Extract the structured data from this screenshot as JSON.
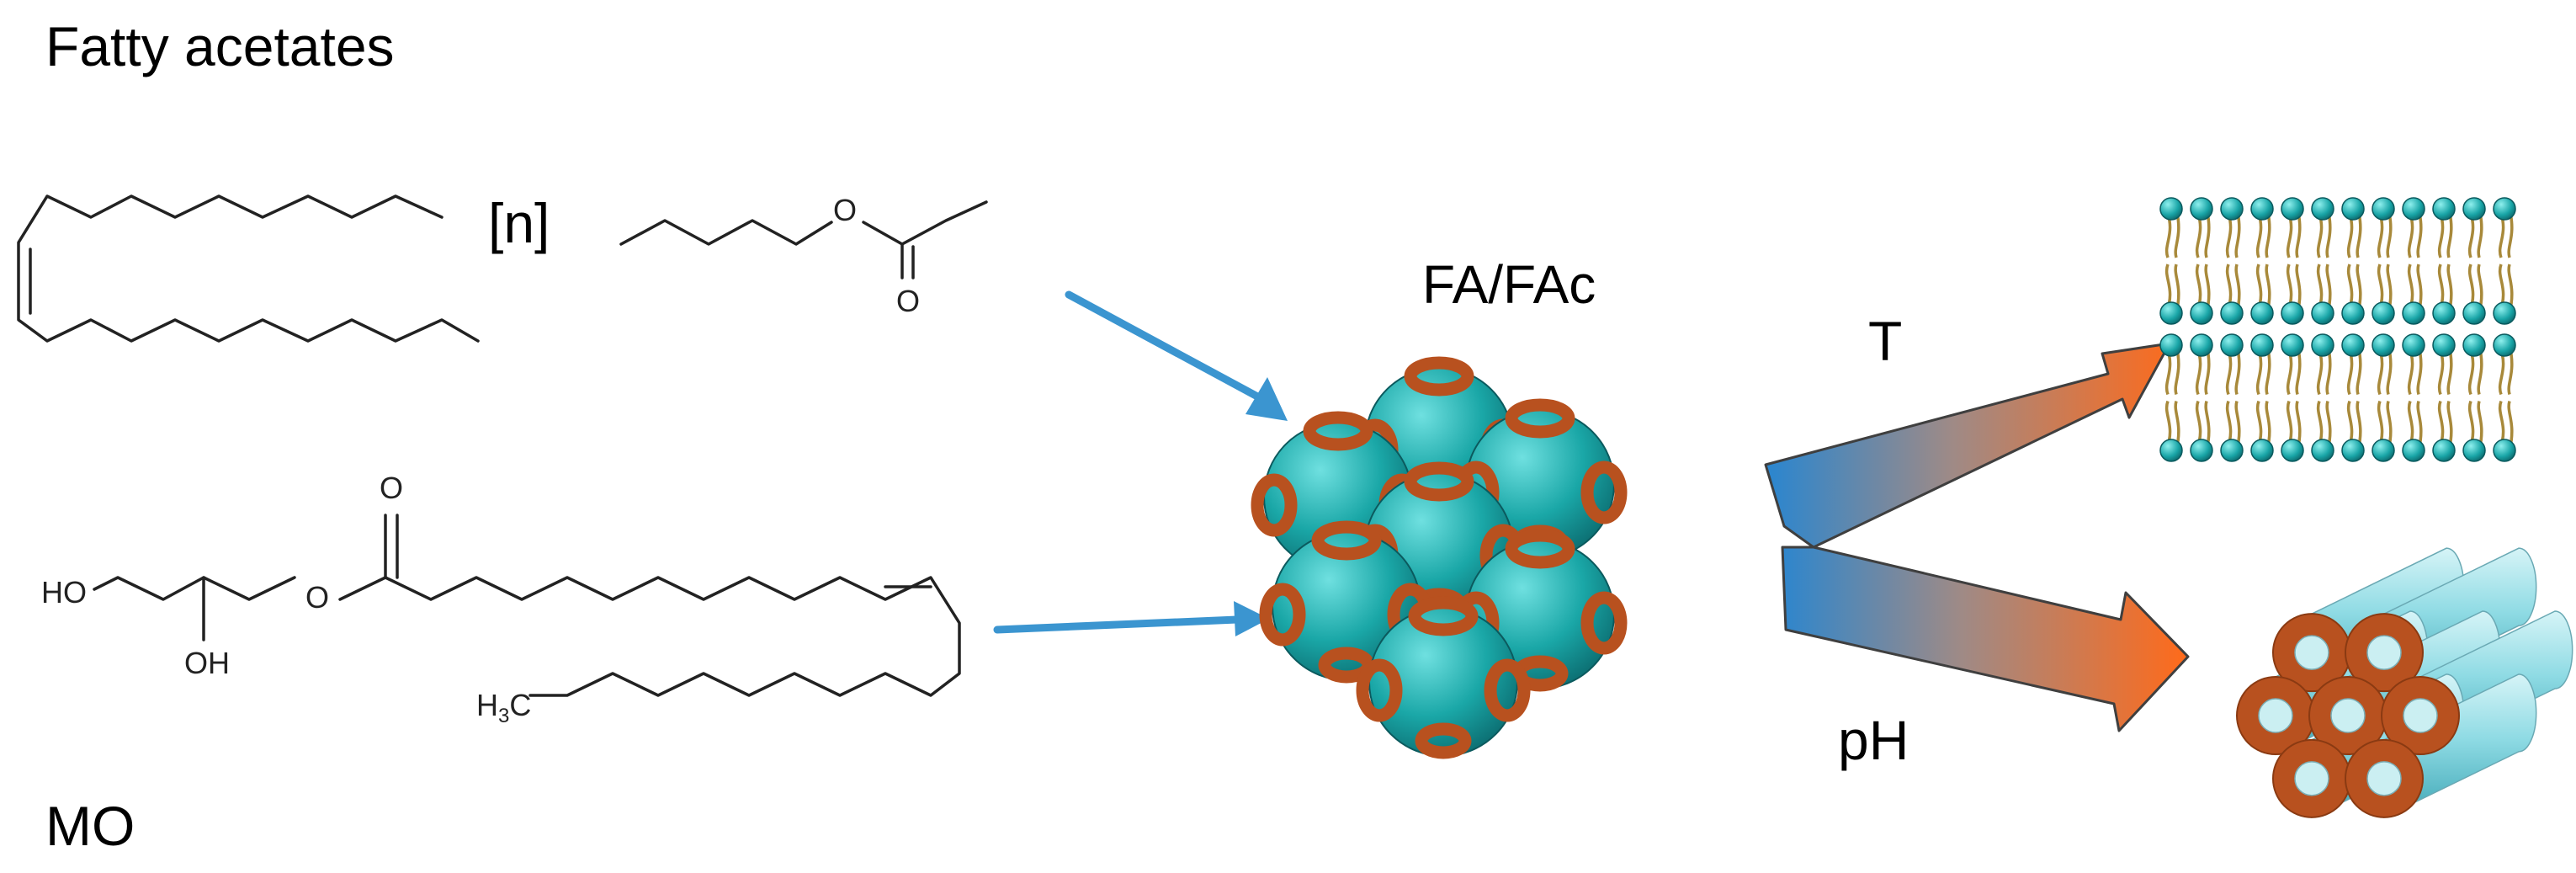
{
  "labels": {
    "fatty_acetates": "Fatty acetates",
    "mo": "MO",
    "repeat_unit": "[n]",
    "fa_fac": "FA/FAc",
    "temperature": "T",
    "ph": "pH"
  },
  "molecule_atoms": {
    "ho_top": "HO",
    "ho_bottom": "OH",
    "ester_oxygen": "O",
    "carbonyl_oxygen": "O",
    "methyl_h": "H",
    "methyl_sub": "3",
    "methyl_c": "C",
    "acetate_ester_oxygen": "O",
    "acetate_carbonyl_oxygen": "O"
  },
  "colors": {
    "blue_arrow": "#3b95d0",
    "gradient_start": "#2a86cf",
    "gradient_end": "#ff6a1a",
    "teal": "#1aa7a7",
    "orange_ring": "#b8511f",
    "cylinder": "#7fd3de",
    "lipid_tail": "#a8893a"
  },
  "icons": [
    "fatty-acetate-molecule",
    "monoolein-molecule",
    "cubic-phase-icon",
    "lamellar-phase-icon",
    "hexagonal-phase-icon"
  ]
}
